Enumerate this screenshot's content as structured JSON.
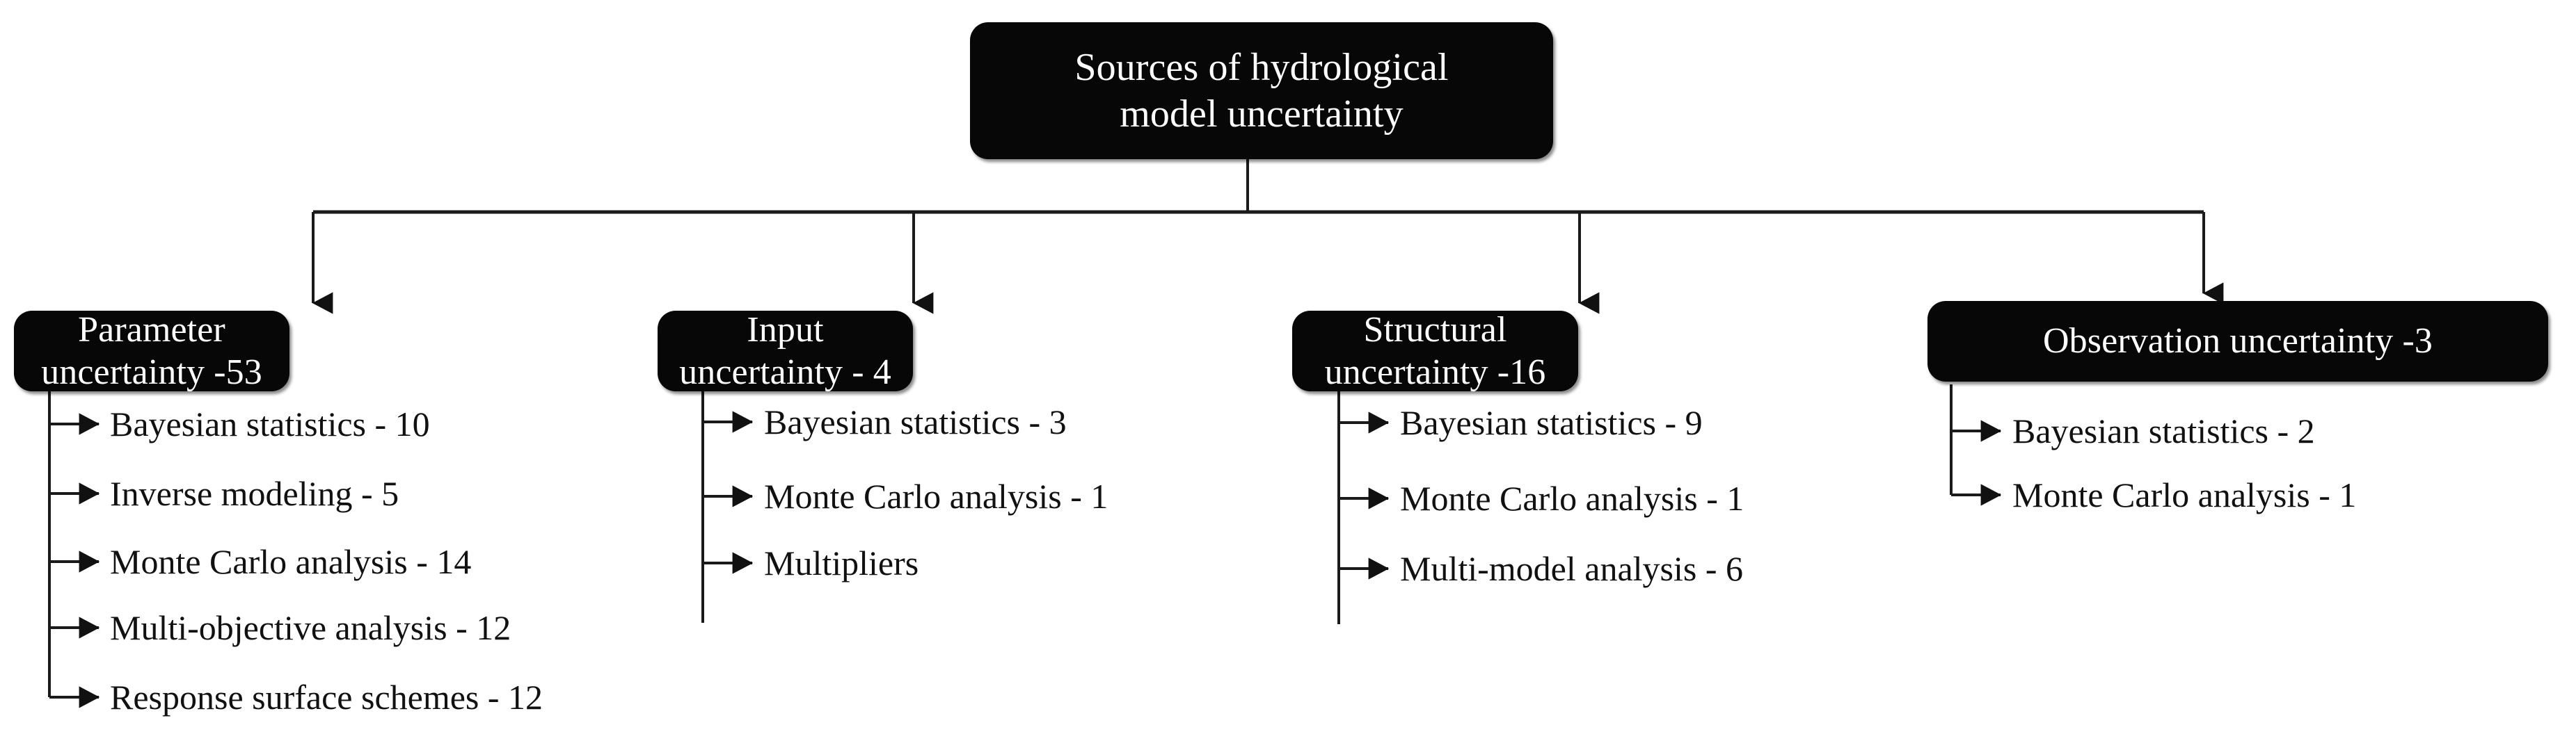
{
  "diagram": {
    "type": "hierarchy-tree",
    "colors": {
      "node_fill": "#070707",
      "node_text": "#ffffff",
      "connector": "#1a1a1a",
      "leaf_text": "#111111",
      "background": "#ffffff"
    },
    "root": {
      "label": "Sources of hydrological\nmodel uncertainty"
    },
    "branches": [
      {
        "label": "Parameter uncertainty -53",
        "children": [
          {
            "label": "Bayesian statistics - 10"
          },
          {
            "label": "Inverse modeling - 5"
          },
          {
            "label": "Monte Carlo analysis - 14"
          },
          {
            "label": "Multi-objective analysis - 12"
          },
          {
            "label": "Response surface schemes - 12"
          }
        ]
      },
      {
        "label": "Input uncertainty - 4",
        "children": [
          {
            "label": "Bayesian statistics - 3"
          },
          {
            "label": "Monte Carlo analysis - 1"
          },
          {
            "label": "Multipliers"
          }
        ]
      },
      {
        "label": "Structural uncertainty -16",
        "children": [
          {
            "label": "Bayesian statistics - 9"
          },
          {
            "label": "Monte Carlo analysis - 1"
          },
          {
            "label": "Multi-model analysis - 6"
          }
        ]
      },
      {
        "label": "Observation uncertainty -3",
        "children": [
          {
            "label": "Bayesian statistics - 2"
          },
          {
            "label": "Monte Carlo analysis - 1"
          }
        ]
      }
    ]
  }
}
